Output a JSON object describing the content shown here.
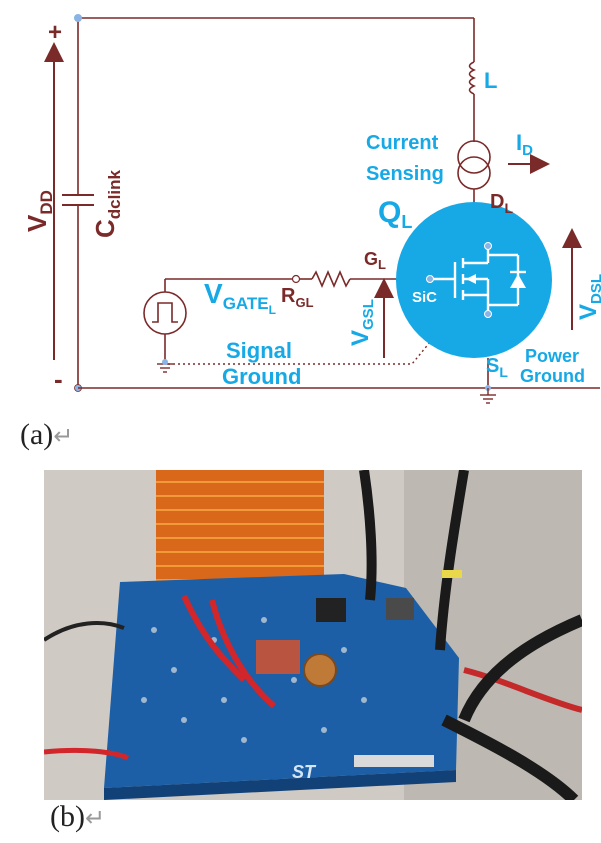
{
  "colors": {
    "wire": "#7b2a2a",
    "accent": "#16a9e6",
    "node": "#8ab4e6",
    "ground_dotted": "#7b2a2a"
  },
  "circuit": {
    "plus": "+",
    "minus": "-",
    "vdd": {
      "main": "V",
      "sub": "DD"
    },
    "cap": {
      "main": "C",
      "sub": "dclink"
    },
    "inductor": "L",
    "current_sensing_line1": "Current",
    "current_sensing_line2": "Sensing",
    "id": {
      "main": "I",
      "sub": "D"
    },
    "ql": {
      "main": "Q",
      "sub": "L"
    },
    "dl": {
      "main": "D",
      "sub": "L"
    },
    "gl": {
      "main": "G",
      "sub": "L"
    },
    "rgl": {
      "main": "R",
      "sub": "GL"
    },
    "vgate": {
      "main": "V",
      "sub": "GATE",
      "subsub": "L"
    },
    "vgsl": {
      "main": "V",
      "sub": "GSL"
    },
    "vdsl": {
      "main": "V",
      "sub": "DSL"
    },
    "sic": "SiC",
    "sl": {
      "main": "S",
      "sub": "L"
    },
    "signal_ground_line1": "Signal",
    "signal_ground_line2": "Ground",
    "power_ground_line1": "Power",
    "power_ground_line2": "Ground"
  },
  "captions": {
    "a": "(a)",
    "b": "(b)",
    "return_mark": "↵"
  },
  "photo": {
    "logo_text": "ST"
  }
}
